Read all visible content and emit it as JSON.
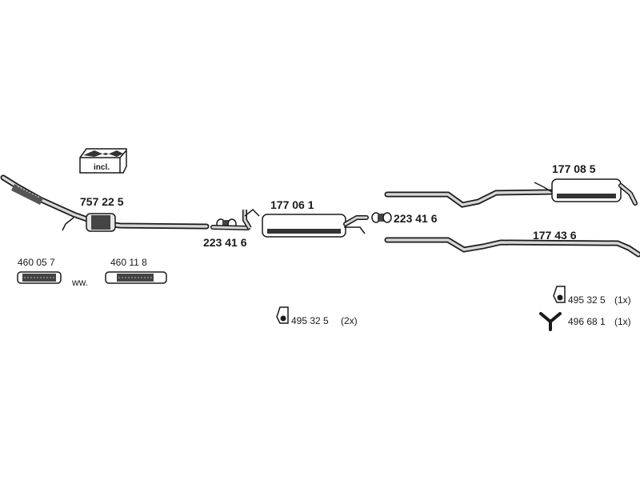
{
  "parts": {
    "kit_note": "incl.",
    "catalytic_converter": "757 22 5",
    "connector_front": "223 41 6",
    "center_muffler": "177 06 1",
    "connector_rear": "223 41 6",
    "rear_muffler": "177 08 5",
    "tail_pipe": "177 43 6",
    "flex_pipe_a": "460 05 7",
    "flex_pipe_b": "460 11 8",
    "alternative": "ww.",
    "clamp_center_code": "495 32 5",
    "clamp_center_qty": "(2x)",
    "clamp_rear_code": "495 32 5",
    "clamp_rear_qty": "(1x)",
    "hanger_code": "496 68 1",
    "hanger_qty": "(1x)"
  }
}
